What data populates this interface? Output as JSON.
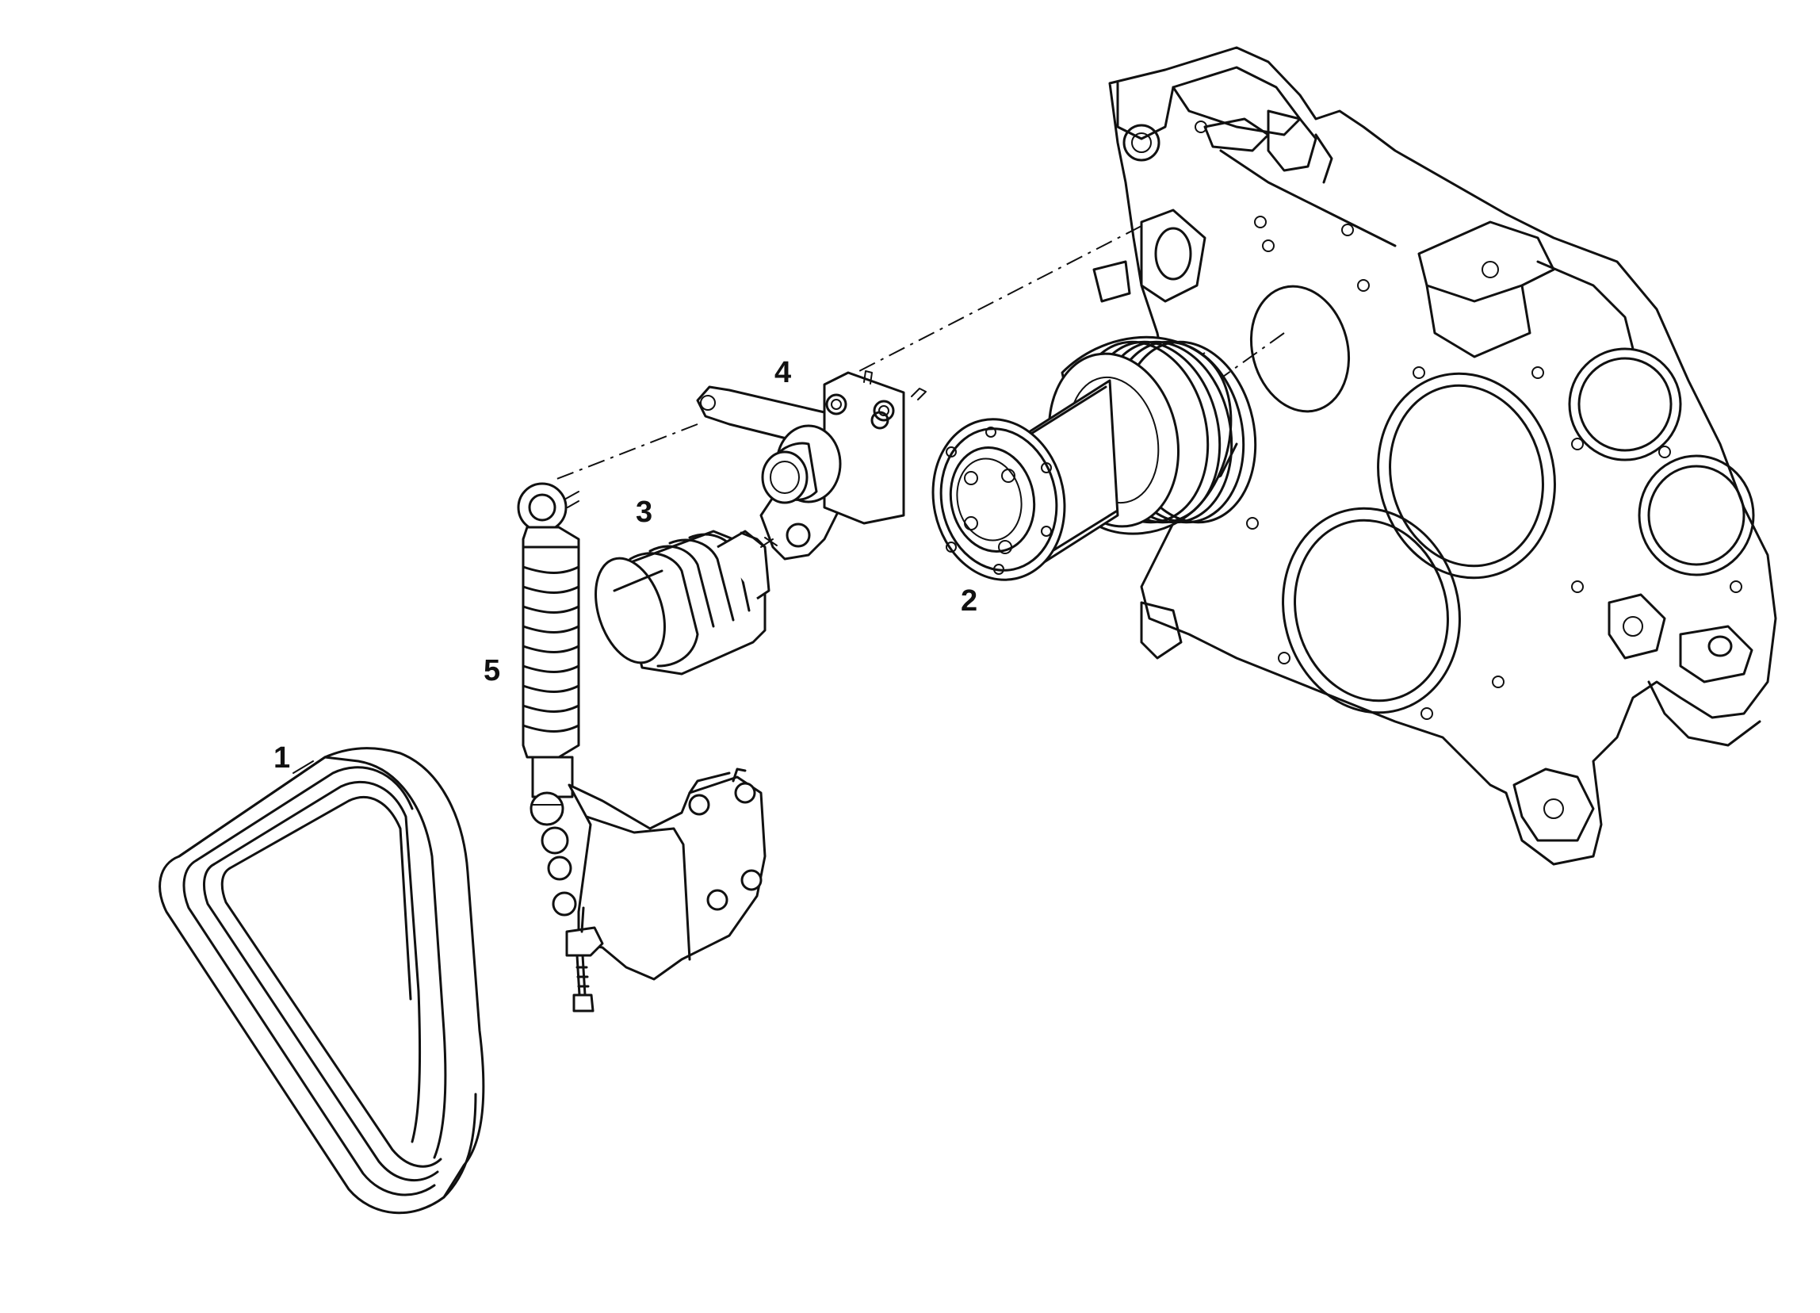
{
  "callouts": [
    {
      "id": "1",
      "part": "drive-belt"
    },
    {
      "id": "2",
      "part": "hub-pulley"
    },
    {
      "id": "3",
      "part": "damper-cover"
    },
    {
      "id": "4",
      "part": "tensioner-bracket"
    },
    {
      "id": "5",
      "part": "tensioner-shock-absorber"
    }
  ]
}
